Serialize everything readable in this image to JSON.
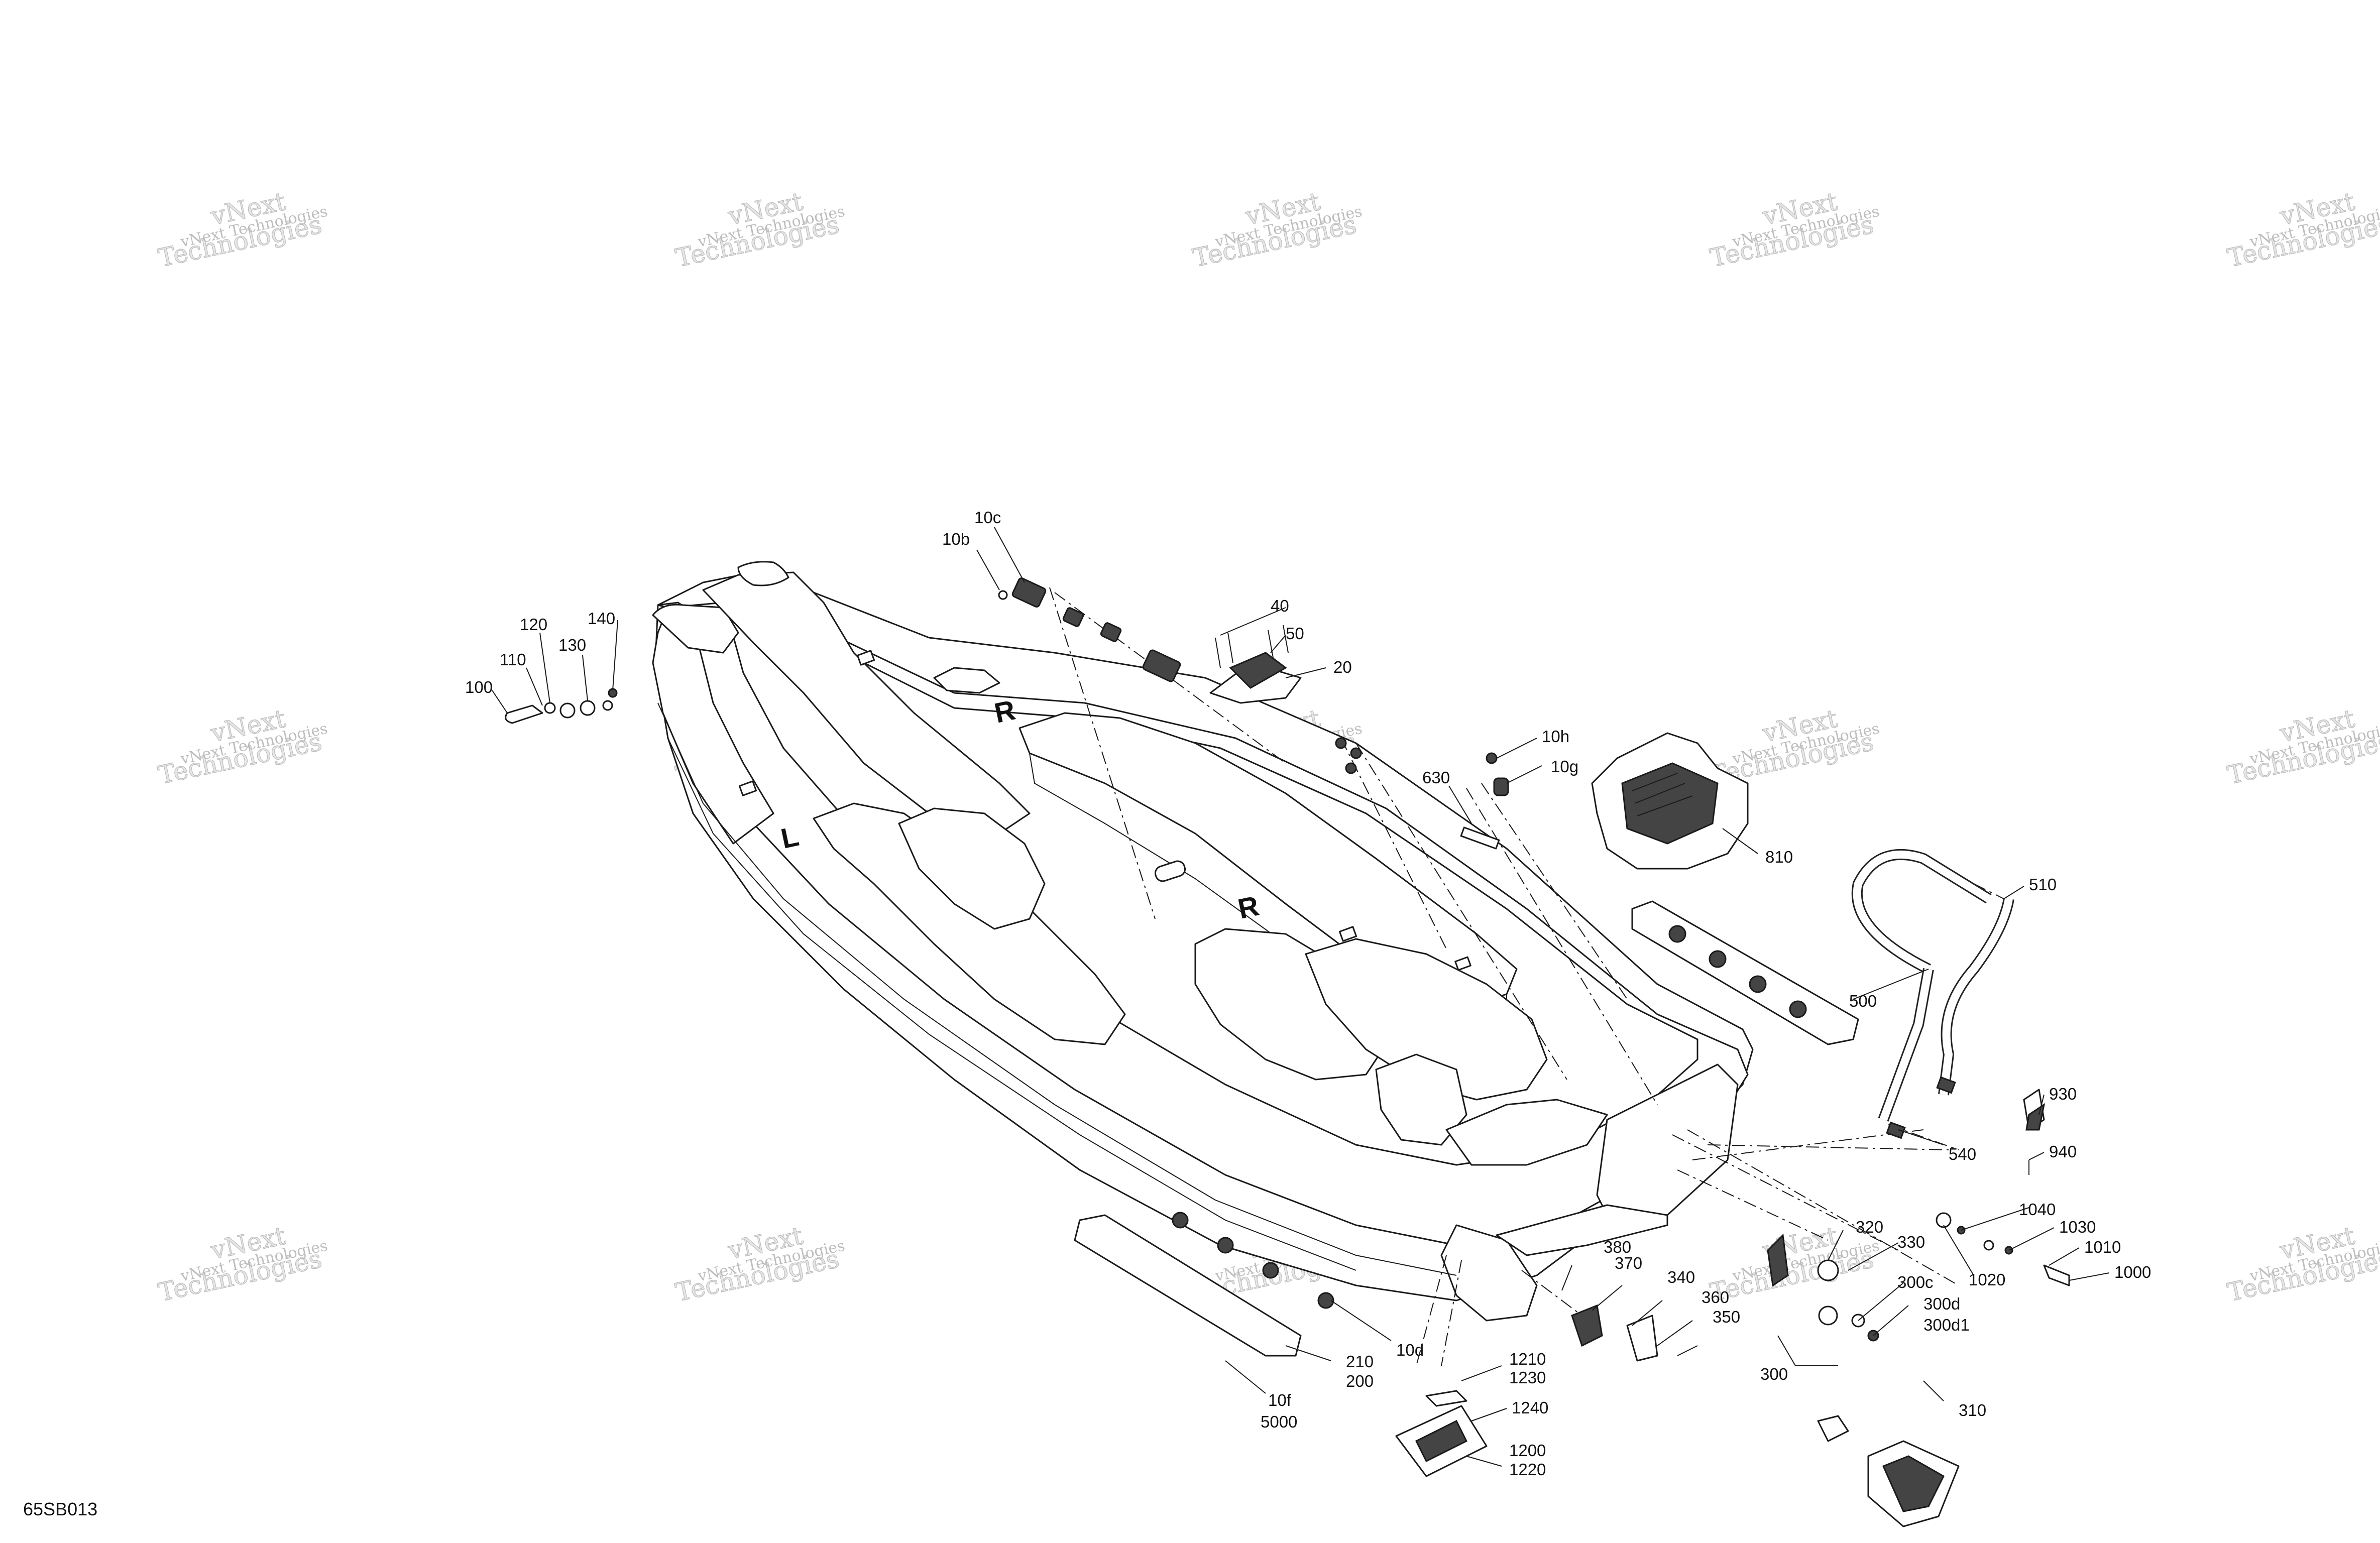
{
  "diagram_code": "65SB013",
  "watermark": {
    "line1": "vNext Technologies",
    "line2": "vNext",
    "line3": "Technologies"
  },
  "callouts": {
    "c10c": "10c",
    "c10b": "10b",
    "c40": "40",
    "c50": "50",
    "c20": "20",
    "c140": "140",
    "c120": "120",
    "c130": "130",
    "c110": "110",
    "c100": "100",
    "c10h": "10h",
    "c10g": "10g",
    "c630": "630",
    "c810": "810",
    "c510": "510",
    "c500": "500",
    "c540": "540",
    "c930": "930",
    "c940": "940",
    "c1040": "1040",
    "c1030": "1030",
    "c1010": "1010",
    "c1020": "1020",
    "c1000": "1000",
    "c320": "320",
    "c330": "330",
    "c300c": "300c",
    "c300d": "300d",
    "c300d1": "300d1",
    "c300": "300",
    "c310": "310",
    "c380": "380",
    "c370": "370",
    "c340": "340",
    "c360": "360",
    "c350": "350",
    "c1210": "1210",
    "c1230": "1230",
    "c1240": "1240",
    "c1200": "1200",
    "c1220": "1220",
    "c10d": "10d",
    "c210": "210",
    "c200": "200",
    "c10f": "10f",
    "c5000": "5000",
    "hull_mark_r1": "R",
    "hull_mark_r2": "R",
    "hull_mark_l": "L"
  }
}
